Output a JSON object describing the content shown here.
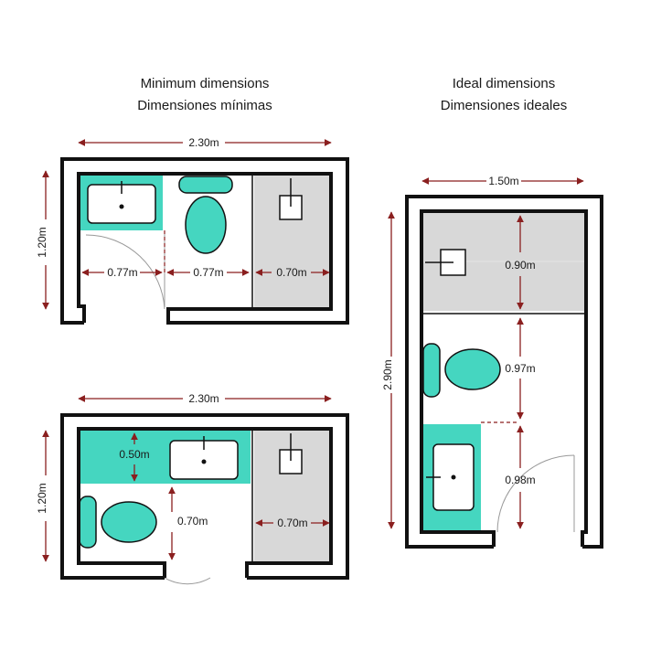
{
  "titles": {
    "minimum_en": "Minimum dimensions",
    "minimum_es": "Dimensiones mínimas",
    "ideal_en": "Ideal dimensions",
    "ideal_es": "Dimensiones ideales"
  },
  "plan_a": {
    "width": "2.30m",
    "height": "1.20m",
    "sink_zone": "0.77m",
    "toilet_zone": "0.77m",
    "shower_zone": "0.70m"
  },
  "plan_b": {
    "width": "2.30m",
    "height": "1.20m",
    "vanity_depth": "0.50m",
    "toilet_zone": "0.70m",
    "shower_zone": "0.70m"
  },
  "plan_c": {
    "width": "1.50m",
    "height": "2.90m",
    "shower_zone": "0.90m",
    "toilet_zone": "0.97m",
    "sink_zone": "0.98m"
  },
  "colors": {
    "fixture": "#45d6c0",
    "shower": "#d8d8d8",
    "wall": "#111111",
    "dimension_line": "#8a1f1f"
  }
}
